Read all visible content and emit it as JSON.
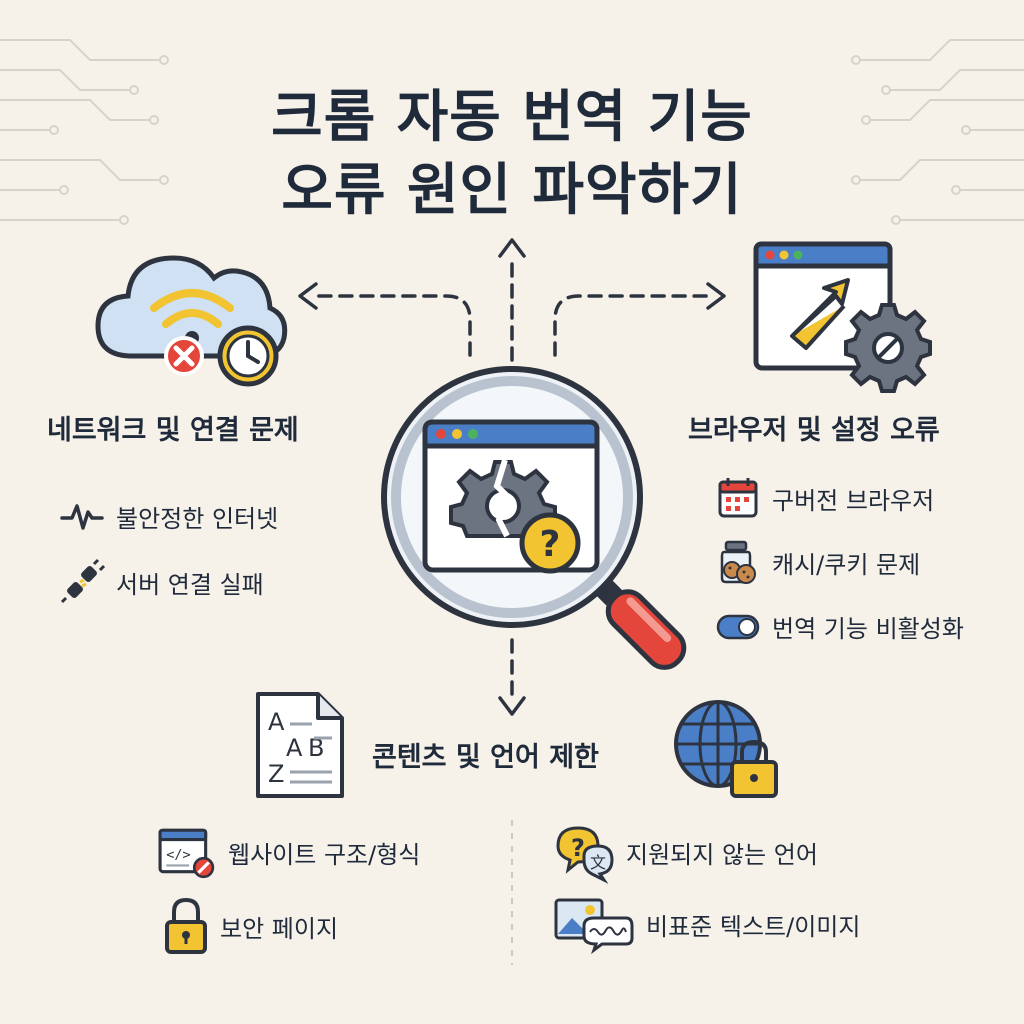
{
  "title": {
    "line1": "크롬 자동 번역 기능",
    "line2": "오류 원인 파악하기"
  },
  "sections": {
    "network": {
      "heading": "네트워크 및 연결 문제",
      "items": [
        "불안정한 인터넷",
        "서버 연결 실패"
      ]
    },
    "browser": {
      "heading": "브라우저 및 설정 오류",
      "items": [
        "구버전 브라우저",
        "캐시/쿠키 문제",
        "번역 기능 비활성화"
      ]
    },
    "content": {
      "heading": "콘텐츠 및 언어 제한",
      "items": [
        "웹사이트 구조/형식",
        "보안 페이지",
        "지원되지 않는 언어",
        "비표준 텍스트/이미지"
      ]
    }
  },
  "icons": {
    "center": "magnifier-broken-gear-question-icon",
    "network": "cloud-wifi-clock-icon",
    "browser": "browser-cursor-gear-icon",
    "content_doc": "document-letters-icon",
    "content_globe": "globe-lock-icon"
  },
  "colors": {
    "background": "#f6f2ea",
    "text": "#1f2a3a",
    "accent_blue": "#4a7fc8",
    "accent_yellow": "#f2c431",
    "accent_red": "#e4463b"
  }
}
